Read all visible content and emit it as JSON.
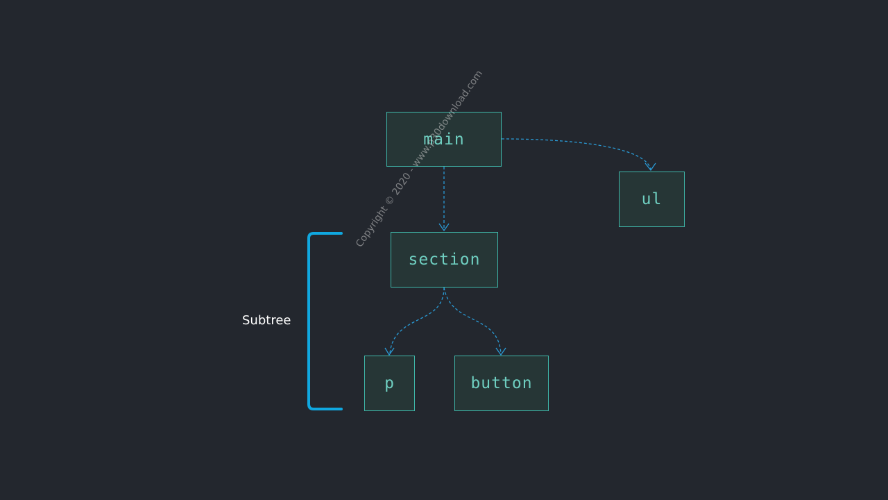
{
  "diagram": {
    "nodes": {
      "main": "main",
      "ul": "ul",
      "section": "section",
      "p": "p",
      "button": "button"
    },
    "edges": [
      {
        "from": "main",
        "to": "section"
      },
      {
        "from": "main",
        "to": "ul"
      },
      {
        "from": "section",
        "to": "p"
      },
      {
        "from": "section",
        "to": "button"
      }
    ],
    "subtree_label": "Subtree"
  },
  "watermark": "Copyright © 2020 - www.p30download.com",
  "colors": {
    "background": "#23272e",
    "node_border": "#3fb8aa",
    "node_fill": "#263636",
    "node_text": "#6fcfc1",
    "edge": "#2a9bd6",
    "bracket": "#10a8e0",
    "label": "#ffffff"
  }
}
